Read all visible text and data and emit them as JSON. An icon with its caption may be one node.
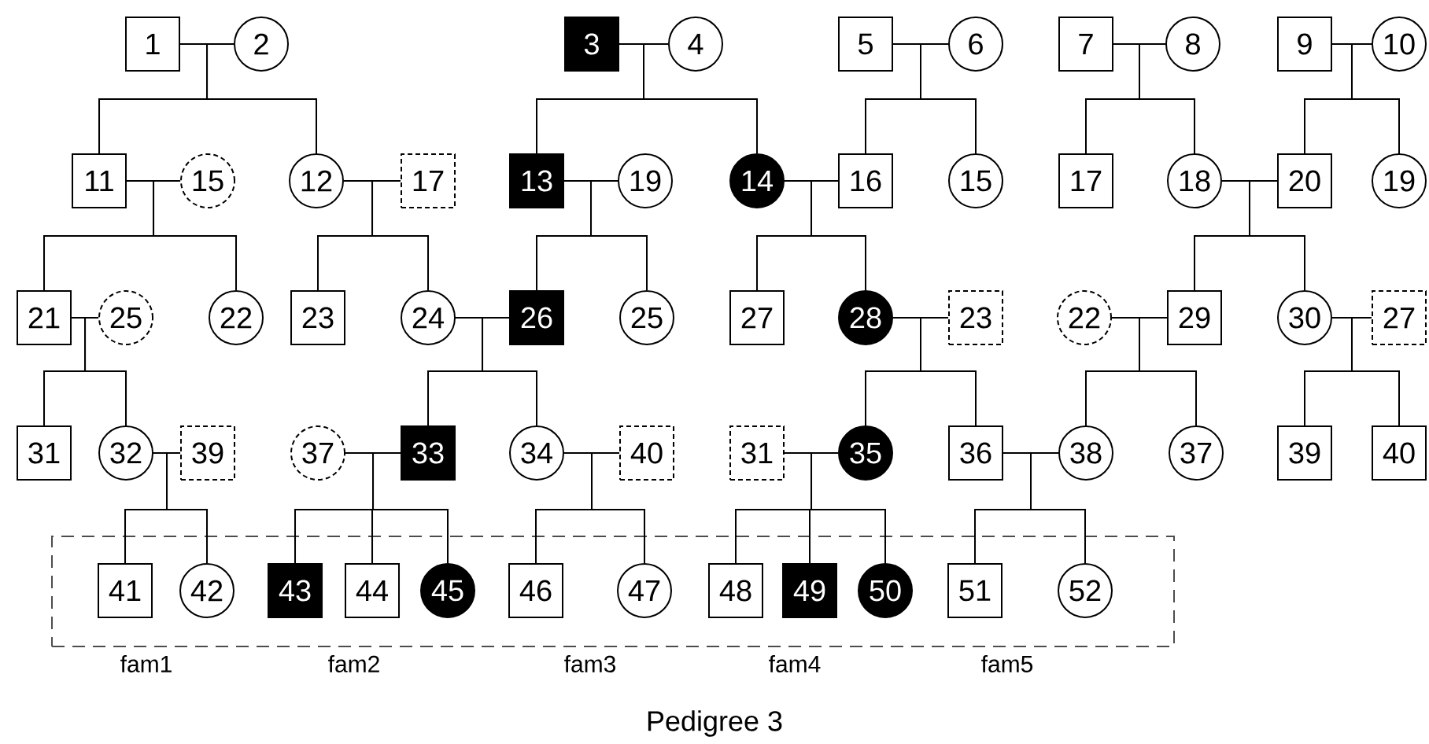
{
  "diagram": {
    "caption": "Pedigree 3",
    "nodes": [
      {
        "text": [
          "1"
        ]
      },
      {
        "text": [
          "2"
        ]
      },
      {
        "text": [
          "3"
        ]
      },
      {
        "text": [
          "4"
        ]
      },
      {
        "text": [
          "5"
        ]
      },
      {
        "text": [
          "6"
        ]
      },
      {
        "text": [
          "7"
        ]
      },
      {
        "text": [
          "8"
        ]
      },
      {
        "text": [
          "9"
        ]
      },
      {
        "text": [
          "10"
        ]
      },
      {
        "text": [
          "11"
        ]
      },
      {
        "text": [
          "15"
        ]
      },
      {
        "text": [
          "12"
        ]
      },
      {
        "text": [
          "17"
        ]
      },
      {
        "text": [
          "13"
        ]
      },
      {
        "text": [
          "19"
        ]
      },
      {
        "text": [
          "14"
        ]
      },
      {
        "text": [
          "16"
        ]
      },
      {
        "text": [
          "15"
        ]
      },
      {
        "text": [
          "17"
        ]
      },
      {
        "text": [
          "18"
        ]
      },
      {
        "text": [
          "20"
        ]
      },
      {
        "text": [
          "19"
        ]
      },
      {
        "text": [
          "21"
        ]
      },
      {
        "text": [
          "25"
        ]
      },
      {
        "text": [
          "22"
        ]
      },
      {
        "text": [
          "23"
        ]
      },
      {
        "text": [
          "24"
        ]
      },
      {
        "text": [
          "26"
        ]
      },
      {
        "text": [
          "25"
        ]
      },
      {
        "text": [
          "27"
        ]
      },
      {
        "text": [
          "28"
        ]
      },
      {
        "text": [
          "23"
        ]
      },
      {
        "text": [
          "22"
        ]
      },
      {
        "text": [
          "29"
        ]
      },
      {
        "text": [
          "30"
        ]
      },
      {
        "text": [
          "27"
        ]
      },
      {
        "text": [
          "31"
        ]
      },
      {
        "text": [
          "32"
        ]
      },
      {
        "text": [
          "39"
        ]
      },
      {
        "text": [
          "37"
        ]
      },
      {
        "text": [
          "33"
        ]
      },
      {
        "text": [
          "34"
        ]
      },
      {
        "text": [
          "40"
        ]
      },
      {
        "text": [
          "31"
        ]
      },
      {
        "text": [
          "35"
        ]
      },
      {
        "text": [
          "36"
        ]
      },
      {
        "text": [
          "38"
        ]
      },
      {
        "text": [
          "37"
        ]
      },
      {
        "text": [
          "39"
        ]
      },
      {
        "text": [
          "40"
        ]
      },
      {
        "text": [],
        "shape": "box"
      },
      {
        "text": [
          "41"
        ],
        "in": 51
      },
      {
        "text": [
          "42"
        ],
        "in": 51
      },
      {
        "text": [
          "43"
        ],
        "in": 51
      },
      {
        "text": [
          "44"
        ],
        "in": 51
      },
      {
        "text": [
          "45"
        ],
        "in": 51
      },
      {
        "text": [
          "46"
        ],
        "in": 51
      },
      {
        "text": [
          "47"
        ],
        "in": 51
      },
      {
        "text": [
          "48"
        ],
        "in": 51
      },
      {
        "text": [
          "49"
        ],
        "in": 51
      },
      {
        "text": [
          "50"
        ],
        "in": 51
      },
      {
        "text": [
          "51"
        ],
        "in": 51
      },
      {
        "text": [
          "52"
        ],
        "in": 51
      }
    ],
    "edges": [
      {
        "from": 0,
        "to": 1,
        "arrow": "none"
      },
      {
        "from": 0,
        "to": 10,
        "arrow": "none"
      },
      {
        "from": 1,
        "to": 10,
        "arrow": "none"
      },
      {
        "from": 0,
        "to": 12,
        "arrow": "none"
      },
      {
        "from": 1,
        "to": 12,
        "arrow": "none"
      },
      {
        "from": 2,
        "to": 3,
        "arrow": "none"
      },
      {
        "from": 2,
        "to": 14,
        "arrow": "none"
      },
      {
        "from": 3,
        "to": 14,
        "arrow": "none"
      },
      {
        "from": 2,
        "to": 16,
        "arrow": "none"
      },
      {
        "from": 3,
        "to": 16,
        "arrow": "none"
      },
      {
        "from": 4,
        "to": 5,
        "arrow": "none"
      },
      {
        "from": 4,
        "to": 17,
        "arrow": "none"
      },
      {
        "from": 5,
        "to": 17,
        "arrow": "none"
      },
      {
        "from": 4,
        "to": 18,
        "arrow": "none"
      },
      {
        "from": 5,
        "to": 18,
        "arrow": "none"
      },
      {
        "from": 6,
        "to": 7,
        "arrow": "none"
      },
      {
        "from": 6,
        "to": 19,
        "arrow": "none"
      },
      {
        "from": 7,
        "to": 19,
        "arrow": "none"
      },
      {
        "from": 6,
        "to": 20,
        "arrow": "none"
      },
      {
        "from": 7,
        "to": 20,
        "arrow": "none"
      },
      {
        "from": 8,
        "to": 9,
        "arrow": "none"
      },
      {
        "from": 8,
        "to": 21,
        "arrow": "none"
      },
      {
        "from": 9,
        "to": 21,
        "arrow": "none"
      },
      {
        "from": 8,
        "to": 22,
        "arrow": "none"
      },
      {
        "from": 9,
        "to": 22,
        "arrow": "none"
      },
      {
        "from": 10,
        "to": 11,
        "arrow": "none"
      },
      {
        "from": 10,
        "to": 23,
        "arrow": "none"
      },
      {
        "from": 11,
        "to": 23,
        "arrow": "none"
      },
      {
        "from": 10,
        "to": 25,
        "arrow": "none"
      },
      {
        "from": 11,
        "to": 25,
        "arrow": "none"
      },
      {
        "from": 12,
        "to": 13,
        "arrow": "none"
      },
      {
        "from": 12,
        "to": 26,
        "arrow": "none"
      },
      {
        "from": 13,
        "to": 26,
        "arrow": "none"
      },
      {
        "from": 12,
        "to": 27,
        "arrow": "none"
      },
      {
        "from": 13,
        "to": 27,
        "arrow": "none"
      },
      {
        "from": 14,
        "to": 15,
        "arrow": "none"
      },
      {
        "from": 14,
        "to": 28,
        "arrow": "none"
      },
      {
        "from": 15,
        "to": 28,
        "arrow": "none"
      },
      {
        "from": 14,
        "to": 29,
        "arrow": "none"
      },
      {
        "from": 15,
        "to": 29,
        "arrow": "none"
      },
      {
        "from": 16,
        "to": 17,
        "arrow": "none"
      },
      {
        "from": 16,
        "to": 30,
        "arrow": "none"
      },
      {
        "from": 17,
        "to": 30,
        "arrow": "none"
      },
      {
        "from": 16,
        "to": 31,
        "arrow": "none"
      },
      {
        "from": 17,
        "to": 31,
        "arrow": "none"
      },
      {
        "from": 20,
        "to": 21,
        "arrow": "none"
      },
      {
        "from": 20,
        "to": 34,
        "arrow": "none"
      },
      {
        "from": 21,
        "to": 34,
        "arrow": "none"
      },
      {
        "from": 20,
        "to": 35,
        "arrow": "none"
      },
      {
        "from": 21,
        "to": 35,
        "arrow": "none"
      },
      {
        "from": 23,
        "to": 24,
        "arrow": "none"
      },
      {
        "from": 23,
        "to": 37,
        "arrow": "none"
      },
      {
        "from": 24,
        "to": 37,
        "arrow": "none"
      },
      {
        "from": 23,
        "to": 38,
        "arrow": "none"
      },
      {
        "from": 24,
        "to": 38,
        "arrow": "none"
      },
      {
        "from": 27,
        "to": 28,
        "arrow": "none"
      },
      {
        "from": 27,
        "to": 41,
        "arrow": "none"
      },
      {
        "from": 28,
        "to": 41,
        "arrow": "none"
      },
      {
        "from": 27,
        "to": 42,
        "arrow": "none"
      },
      {
        "from": 28,
        "to": 42,
        "arrow": "none"
      },
      {
        "from": 31,
        "to": 32,
        "arrow": "none"
      },
      {
        "from": 31,
        "to": 45,
        "arrow": "none"
      },
      {
        "from": 32,
        "to": 45,
        "arrow": "none"
      },
      {
        "from": 31,
        "to": 46,
        "arrow": "none"
      },
      {
        "from": 32,
        "to": 46,
        "arrow": "none"
      },
      {
        "from": 33,
        "to": 34,
        "arrow": "none"
      },
      {
        "from": 33,
        "to": 47,
        "arrow": "none"
      },
      {
        "from": 34,
        "to": 47,
        "arrow": "none"
      },
      {
        "from": 33,
        "to": 48,
        "arrow": "none"
      },
      {
        "from": 34,
        "to": 48,
        "arrow": "none"
      },
      {
        "from": 35,
        "to": 36,
        "arrow": "none"
      },
      {
        "from": 35,
        "to": 49,
        "arrow": "none"
      },
      {
        "from": 36,
        "to": 49,
        "arrow": "none"
      },
      {
        "from": 35,
        "to": 50,
        "arrow": "none"
      },
      {
        "from": 36,
        "to": 50,
        "arrow": "none"
      },
      {
        "from": 38,
        "to": 39,
        "arrow": "none"
      },
      {
        "from": 38,
        "to": 52,
        "arrow": "none"
      },
      {
        "from": 39,
        "to": 52,
        "arrow": "none"
      },
      {
        "from": 38,
        "to": 53,
        "arrow": "none"
      },
      {
        "from": 39,
        "to": 53,
        "arrow": "none"
      },
      {
        "from": 40,
        "to": 41,
        "arrow": "none"
      },
      {
        "from": 40,
        "to": 54,
        "arrow": "none"
      },
      {
        "from": 41,
        "to": 54,
        "arrow": "none"
      },
      {
        "from": 40,
        "to": 55,
        "arrow": "none"
      },
      {
        "from": 41,
        "to": 55,
        "arrow": "none"
      },
      {
        "from": 40,
        "to": 56,
        "arrow": "none"
      },
      {
        "from": 41,
        "to": 56,
        "arrow": "none"
      },
      {
        "from": 42,
        "to": 43,
        "arrow": "none"
      },
      {
        "from": 42,
        "to": 57,
        "arrow": "none"
      },
      {
        "from": 43,
        "to": 57,
        "arrow": "none"
      },
      {
        "from": 42,
        "to": 58,
        "arrow": "none"
      },
      {
        "from": 43,
        "to": 58,
        "arrow": "none"
      },
      {
        "from": 44,
        "to": 45,
        "arrow": "none"
      },
      {
        "from": 44,
        "to": 59,
        "arrow": "none"
      },
      {
        "from": 45,
        "to": 59,
        "arrow": "none"
      },
      {
        "from": 44,
        "to": 60,
        "arrow": "none"
      },
      {
        "from": 45,
        "to": 60,
        "arrow": "none"
      },
      {
        "from": 44,
        "to": 61,
        "arrow": "none"
      },
      {
        "from": 45,
        "to": 61,
        "arrow": "none"
      },
      {
        "from": 46,
        "to": 47,
        "arrow": "none"
      },
      {
        "from": 46,
        "to": 62,
        "arrow": "none"
      },
      {
        "from": 47,
        "to": 62,
        "arrow": "none"
      },
      {
        "from": 46,
        "to": 63,
        "arrow": "none"
      },
      {
        "from": 47,
        "to": 63,
        "arrow": "none"
      }
    ],
    "labels": [
      "fam1",
      "fam2",
      "fam3",
      "fam4",
      "fam5"
    ]
  }
}
